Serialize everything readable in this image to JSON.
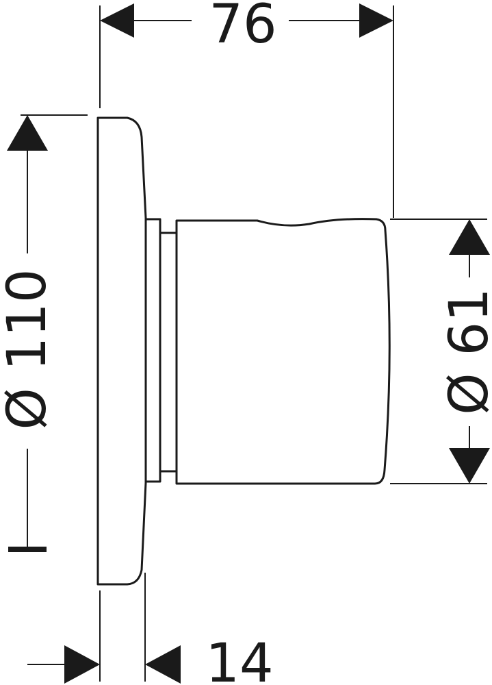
{
  "dimensions": {
    "width_overall": "76",
    "diameter_plate": "Ø 110",
    "diameter_handle": "Ø 61",
    "plate_depth": "14"
  },
  "colors": {
    "line": "#1a1a1a",
    "background": "#ffffff"
  }
}
